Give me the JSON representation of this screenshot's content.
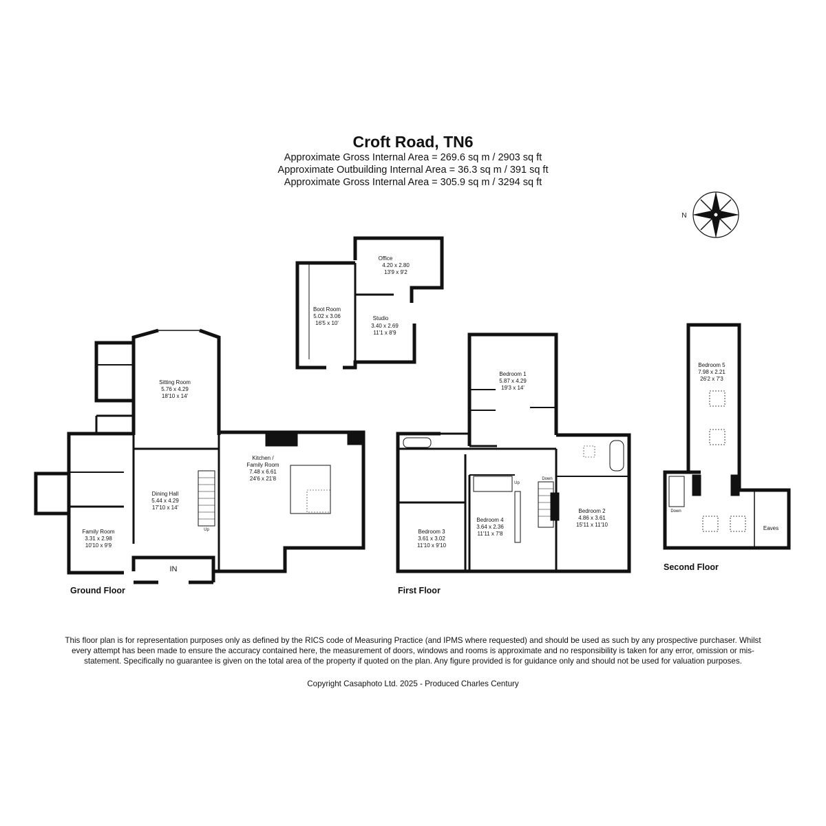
{
  "header": {
    "title": "Croft Road, TN6",
    "area_lines": [
      "Approximate Gross Internal Area = 269.6 sq m / 2903 sq ft",
      "Approximate Outbuilding Internal Area = 36.3 sq m / 391 sq ft",
      "Approximate Gross Internal Area = 305.9 sq m / 3294 sq ft"
    ]
  },
  "compass": {
    "label": "N"
  },
  "floors": {
    "ground": "Ground Floor",
    "first": "First Floor",
    "second": "Second Floor"
  },
  "rooms": {
    "office": {
      "name": "Office",
      "metric": "4.20 x 2.80",
      "imperial": "13'9 x 9'2"
    },
    "boot_room": {
      "name": "Boot Room",
      "metric": "5.02 x 3.06",
      "imperial": "16'5 x 10'"
    },
    "studio": {
      "name": "Studio",
      "metric": "3.40 x 2.69",
      "imperial": "11'1 x 8'9"
    },
    "sitting_room": {
      "name": "Sitting Room",
      "metric": "5.76 x 4.29",
      "imperial": "18'10 x 14'"
    },
    "dining_hall": {
      "name": "Dining Hall",
      "metric": "5.44 x 4.29",
      "imperial": "17'10 x 14'"
    },
    "kitchen": {
      "name1": "Kitchen /",
      "name2": "Family Room",
      "metric": "7.48 x 6.61",
      "imperial": "24'6 x 21'8"
    },
    "family_room": {
      "name": "Family Room",
      "metric": "3.31 x 2.98",
      "imperial": "10'10 x 9'9"
    },
    "bedroom1": {
      "name": "Bedroom 1",
      "metric": "5.87 x 4.29",
      "imperial": "19'3 x 14'"
    },
    "bedroom2": {
      "name": "Bedroom 2",
      "metric": "4.86 x 3.61",
      "imperial": "15'11 x 11'10"
    },
    "bedroom3": {
      "name": "Bedroom 3",
      "metric": "3.61 x 3.02",
      "imperial": "11'10 x 9'10"
    },
    "bedroom4": {
      "name": "Bedroom 4",
      "metric": "3.64 x 2.36",
      "imperial": "11'11 x 7'8"
    },
    "bedroom5": {
      "name": "Bedroom 5",
      "metric": "7.98 x 2.21",
      "imperial": "26'2 x 7'3"
    },
    "eaves": {
      "name": "Eaves"
    }
  },
  "markers": {
    "entrance": "IN",
    "up": "Up",
    "down": "Down"
  },
  "footer": {
    "disclaimer": "This floor plan is for representation purposes only as defined by the RICS code of Measuring Practice (and IPMS where requested) and should be used as such by any prospective purchaser. Whilst every attempt has been made to ensure the accuracy contained here, the measurement of doors, windows and rooms is approximate and no responsibility is taken for any error, omission or mis-statement. Specifically no guarantee is given on the total area of the property if quoted on the plan. Any figure provided is for guidance only and should not be used for valuation purposes.",
    "copyright": "Copyright Casaphoto Ltd. 2025 - Produced Charles Century"
  }
}
